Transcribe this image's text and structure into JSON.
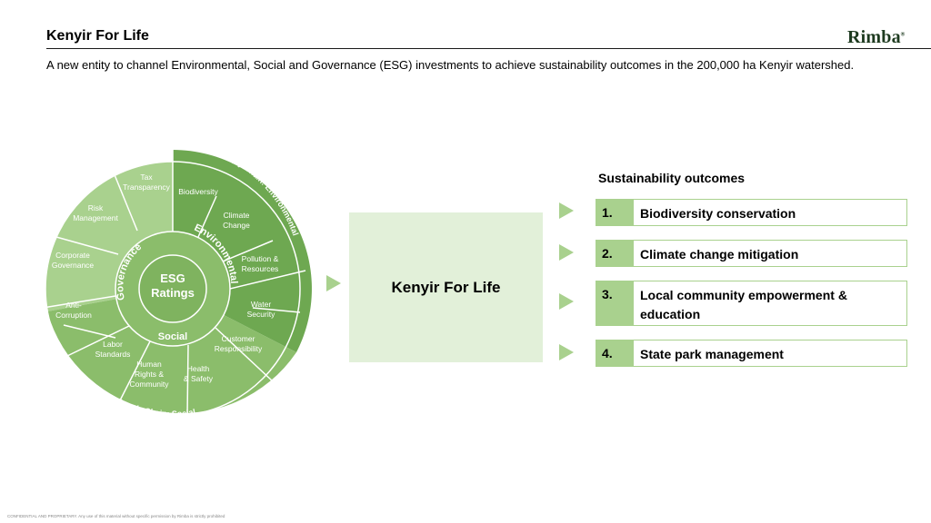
{
  "header": {
    "title": "Kenyir For Life",
    "logo_text": "Rimba",
    "logo_mark": "®",
    "subtitle": "A new entity to channel Environmental, Social and Governance (ESG) investments to achieve sustainability outcomes in the 200,000 ha Kenyir watershed."
  },
  "wheel": {
    "center_line1": "ESG",
    "center_line2": "Ratings",
    "pillars": {
      "environmental": "Environmental",
      "social": "Social",
      "governance": "Governance"
    },
    "supply_chain_environmental": "Supply Chain: Environmental",
    "supply_chain_social": "Supply Chain: Social",
    "segments": {
      "biodiversity": "Biodiversity",
      "climate_1": "Climate",
      "climate_2": "Change",
      "pollution_1": "Pollution &",
      "pollution_2": "Resources",
      "water_1": "Water",
      "water_2": "Security",
      "customer_1": "Customer",
      "customer_2": "Responsibility",
      "health_1": "Health",
      "health_2": "& Safety",
      "human_1": "Human",
      "human_2": "Rights &",
      "human_3": "Community",
      "labor_1": "Labor",
      "labor_2": "Standards",
      "anti_1": "Anti-",
      "anti_2": "Corruption",
      "corporate_1": "Corporate",
      "corporate_2": "Governance",
      "risk_1": "Risk",
      "risk_2": "Management",
      "tax_1": "Tax",
      "tax_2": "Transparency"
    },
    "colors": {
      "light": "#a9d18e",
      "mid": "#8bbd6b",
      "dark": "#6ea851",
      "inner": "#7fb35f",
      "center": "#5e9a44"
    }
  },
  "entity": {
    "label": "Kenyir For Life"
  },
  "outcomes": {
    "heading": "Sustainability outcomes",
    "items": [
      {
        "num": "1.",
        "label": "Biodiversity conservation"
      },
      {
        "num": "2.",
        "label": "Climate change mitigation"
      },
      {
        "num": "3.",
        "label": "Local community empowerment & education"
      },
      {
        "num": "4.",
        "label": "State park management"
      }
    ]
  },
  "footer": "CONFIDENTIAL AND PROPRIETARY. Any use of this material without specific permission by Rimba is strictly prohibited"
}
